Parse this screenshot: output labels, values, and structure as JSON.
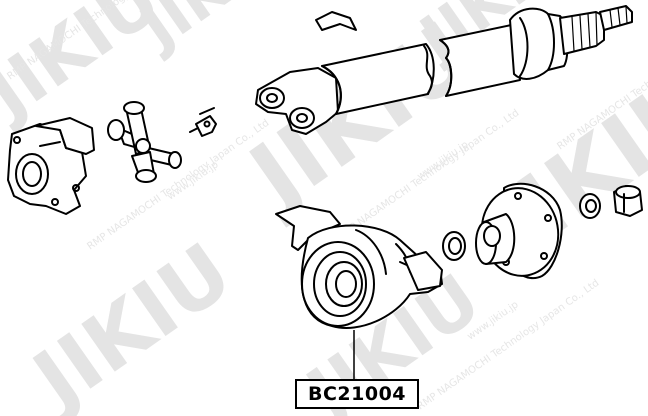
{
  "diagram": {
    "part_number": "BC21004",
    "watermark": {
      "logo_text": "JIKIU",
      "company_lines": [
        "RMP NAGAMOCHI Technology Japan Co., Ltd",
        "www.jikiu.jp"
      ]
    },
    "parts": [
      "flange-yoke",
      "universal-joint-spider",
      "grease-fitting",
      "propeller-shaft",
      "snap-clip",
      "center-support-bearing",
      "spacer-ring",
      "rear-flange-yoke",
      "washer",
      "lock-nut"
    ]
  }
}
